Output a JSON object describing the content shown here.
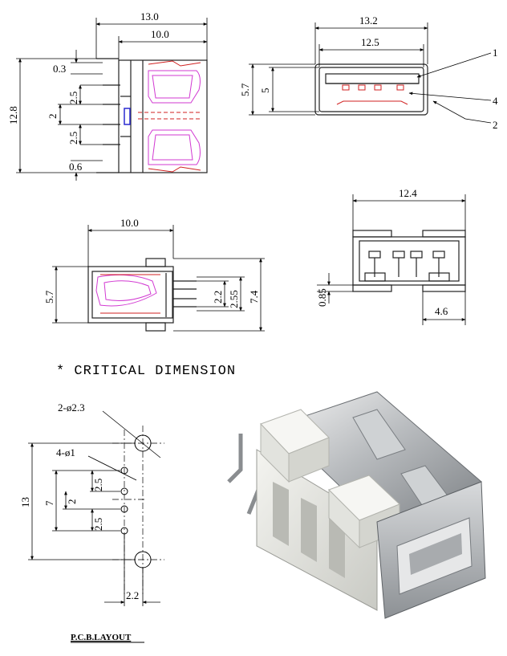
{
  "side_view": {
    "dims": {
      "w_outer": "13.0",
      "w_inner": "10.0",
      "h_total": "12.8",
      "top_offset": "0.3",
      "pitch_a": "2.5",
      "pitch_mid": "2",
      "pitch_b": "2.5",
      "bottom_offset": "0.6"
    }
  },
  "front_view": {
    "dims": {
      "w_outer": "13.2",
      "w_inner": "12.5",
      "h_outer": "5.7",
      "h_inner": "5"
    },
    "callouts": [
      "1",
      "4",
      "2"
    ]
  },
  "bottom_view": {
    "dims": {
      "length": "10.0",
      "height": "5.7",
      "d1": "2.2",
      "d2": "2.55",
      "d3": "7.4"
    }
  },
  "rear_view": {
    "dims": {
      "width": "12.4",
      "offset": "0.85",
      "tab": "4.6"
    }
  },
  "critical_note": "* CRITICAL DIMENSION",
  "pcb_layout": {
    "labels": {
      "big_holes": "2-ø2.3",
      "small_holes": "4-ø1",
      "height": "13",
      "span": "7",
      "p1": "2.5",
      "p2": "2",
      "p3": "2.5",
      "offset": "2.2"
    },
    "caption": "P.C.B.LAYOUT"
  },
  "photo": {
    "name": "usb-connector-photo"
  }
}
